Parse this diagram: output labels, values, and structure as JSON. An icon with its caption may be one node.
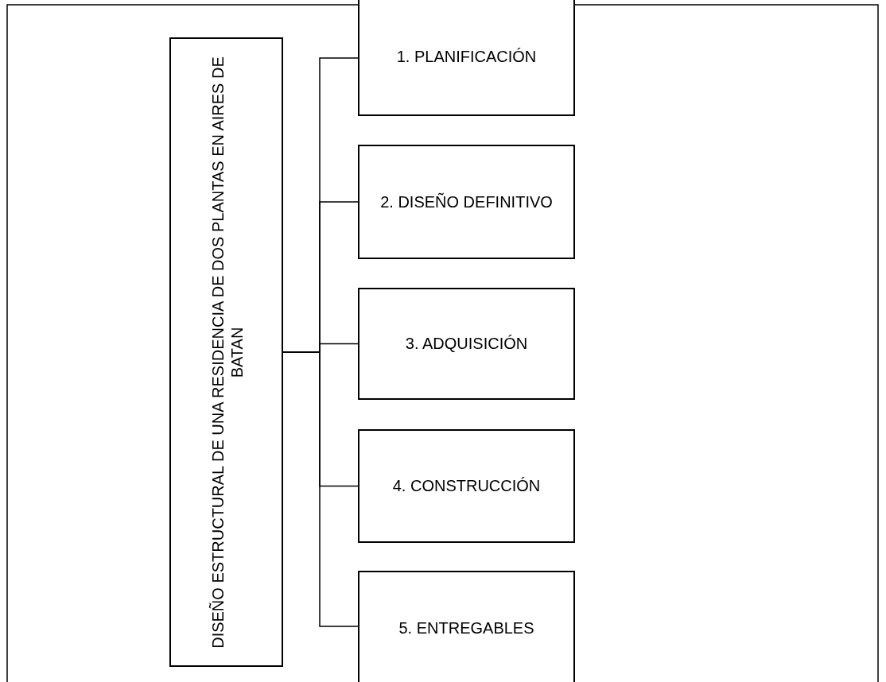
{
  "diagram": {
    "nodes": [
      {
        "text": [
          "DISEÑO ESTRUCTURAL DE UNA RESIDENCIA DE DOS PLANTAS EN AIRES DE BATAN"
        ]
      },
      {
        "text": [
          "1. PLANIFICACIÓN"
        ]
      },
      {
        "text": [
          "2. DISEÑO DEFINITIVO"
        ]
      },
      {
        "text": [
          "3. ADQUISICIÓN"
        ]
      },
      {
        "text": [
          "4. CONSTRUCCIÓN"
        ]
      },
      {
        "text": [
          "5. ENTREGABLES"
        ]
      }
    ],
    "edges": [
      {
        "from": 0,
        "to": 1,
        "arrow": "none"
      },
      {
        "from": 0,
        "to": 2,
        "arrow": "none"
      },
      {
        "from": 0,
        "to": 3,
        "arrow": "none"
      },
      {
        "from": 0,
        "to": 4,
        "arrow": "none"
      },
      {
        "from": 0,
        "to": 5,
        "arrow": "none"
      }
    ]
  }
}
